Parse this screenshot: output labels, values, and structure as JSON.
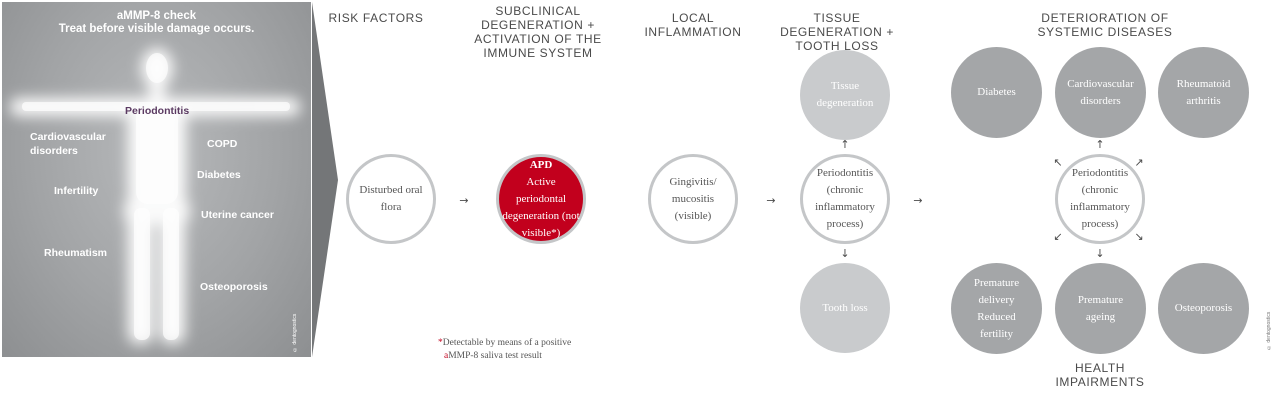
{
  "left_panel": {
    "title_line1": "aMMP-8 check",
    "title_line2": "Treat before visible damage occurs.",
    "labels": {
      "periodontitis": "Periodontitis",
      "cardiovascular": "Cardiovascular disorders",
      "copd": "COPD",
      "diabetes": "Diabetes",
      "infertility": "Infertility",
      "uterine_cancer": "Uterine cancer",
      "rheumatism": "Rheumatism",
      "osteoporosis": "Osteoporosis"
    },
    "copyright": "© dentognostics"
  },
  "headers": {
    "risk_factors": "RISK FACTORS",
    "subclinical": "SUBCLINICAL DEGENERATION + ACTIVATION OF THE IMMUNE SYSTEM",
    "local_inflammation": "LOCAL INFLAMMATION",
    "tissue_degeneration": "TISSUE DEGENERATION + TOOTH LOSS",
    "deterioration": "DETERIORATION OF SYSTEMIC DISEASES",
    "health_impairments": "HEALTH IMPAIRMENTS"
  },
  "nodes": {
    "disturbed_flora": "Disturbed oral flora",
    "apd_title": "APD",
    "apd_text": "Active periodontal degeneration (not visible*)",
    "gingivitis": "Gingivitis/ mucositis (visible)",
    "tissue_degeneration": "Tissue degeneration",
    "periodontitis_center": "Periodontitis (chronic inflammatory process)",
    "tooth_loss": "Tooth loss",
    "periodontitis_systemic": "Periodontitis (chronic inflammatory process)",
    "diabetes": "Diabetes",
    "cardiovascular": "Cardiovascular disorders",
    "rheumatoid": "Rheumatoid arthritis",
    "premature_delivery": "Premature delivery Reduced fertility",
    "premature_ageing": "Premature ageing",
    "osteoporosis": "Osteoporosis"
  },
  "arrows": {
    "right": "→",
    "up": "↑",
    "down": "↓",
    "up_left": "↖",
    "up_right": "↗",
    "down_left": "↙",
    "down_right": "↘"
  },
  "footnote": {
    "star": "*",
    "line1": "Detectable by means of a positive",
    "a": "a",
    "line2": "MMP-8 saliva test result"
  },
  "copyright_right": "© dentognostics",
  "colors": {
    "red": "#c2001d",
    "gray_light": "#c9cbcd",
    "gray_dark": "#a4a6a8",
    "outline": "#c4c6c8"
  }
}
